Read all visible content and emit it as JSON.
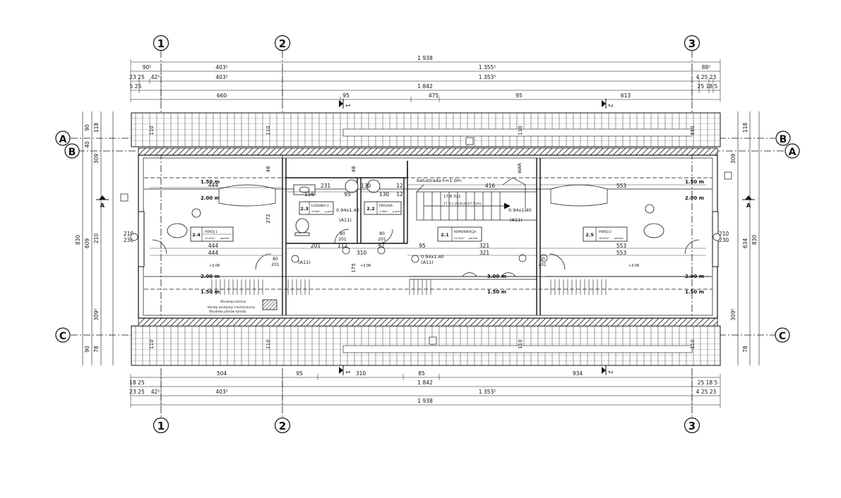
{
  "grid": {
    "vertical": [
      "1",
      "2",
      "3"
    ],
    "horizontal": [
      "A",
      "B",
      "C"
    ]
  },
  "dims_top": {
    "row1_total": "1 938",
    "row2": [
      "90⁵",
      "403⁵",
      "1 355⁵",
      "88⁵"
    ],
    "row3": [
      "23 25",
      "42⁵",
      "403⁵",
      "1 353⁵",
      "4 25 23"
    ],
    "row4_total": "1 842",
    "row4_ends": [
      "5 25",
      "25 18 5"
    ],
    "row5": [
      "660",
      "95",
      "475",
      "95",
      "613"
    ]
  },
  "dims_bottom": {
    "row1": [
      "504",
      "95",
      "310",
      "85",
      "934"
    ],
    "row2_total": "1 842",
    "row2_ends": [
      "18 25",
      "25 18 5"
    ],
    "row3": [
      "23 25",
      "42⁵",
      "403⁵",
      "1 353⁵",
      "4 25 23"
    ],
    "row4_total": "1 938"
  },
  "dims_left": {
    "outer": "830",
    "mid": [
      "90",
      "40",
      "309",
      "609",
      "309⁵",
      "90"
    ],
    "inner": [
      "118",
      "210",
      "230",
      "78"
    ]
  },
  "dims_right": {
    "outer": "830",
    "mid": [
      "118",
      "309",
      "634",
      "309⁵",
      "78"
    ],
    "inner": [
      "210",
      "230"
    ]
  },
  "rooms": [
    {
      "num": "2.4",
      "name": "POKÓJ 1",
      "area": "12.67m²",
      "floor": "parkiet"
    },
    {
      "num": "2.3",
      "name": "ŁAZIENKA 2",
      "area": "3.69m²",
      "floor": "p.gres"
    },
    {
      "num": "2.2",
      "name": "PRALNIA",
      "area": "2.08m²",
      "floor": "p.gres"
    },
    {
      "num": "2.1",
      "name": "KOMUNIKACJA",
      "area": "14.31m²",
      "floor": "parkiet"
    },
    {
      "num": "2.5",
      "name": "POKÓJ 2",
      "area": "18.67m²",
      "floor": "parkiet"
    }
  ],
  "labels": {
    "balustrada": "balustrada h=1.0m",
    "stairs_count": "17/8 321",
    "stairs_spec": "17 ft x 26,6cm(27,5cm)",
    "window_a": "0.94x1.40",
    "window_b": "0.94x1.40",
    "window_c": "0.94x1.40",
    "window_tag": "(A11)",
    "war": "WAR",
    "legend1": "Obudowa komina",
    "legend2": "Kanały wentylacji mechanicznej",
    "legend3": "Obudowa pionów kanaliz.",
    "height_150": "1.50 m",
    "height_200": "2.00 m",
    "height_300": "3.00 m",
    "level": "+3.06",
    "section_1": "1",
    "section_2": "2",
    "section_A": "A"
  },
  "inner_dims": {
    "upper_444": "444",
    "upper_553": "553",
    "upper_321": "321",
    "upper_416": "416",
    "upper_231": "231",
    "upper_156": "156",
    "upper_130": "130",
    "upper_95": "95",
    "upper_12": "12",
    "mid_row": [
      "201",
      "112",
      "92",
      "95",
      "321",
      "553"
    ],
    "lower_row": [
      "444",
      "310",
      "321",
      "553"
    ],
    "v_48": "48",
    "v_110": "110",
    "v_175": "175",
    "v_272": "272",
    "door_80": "80",
    "door_201": "201"
  }
}
